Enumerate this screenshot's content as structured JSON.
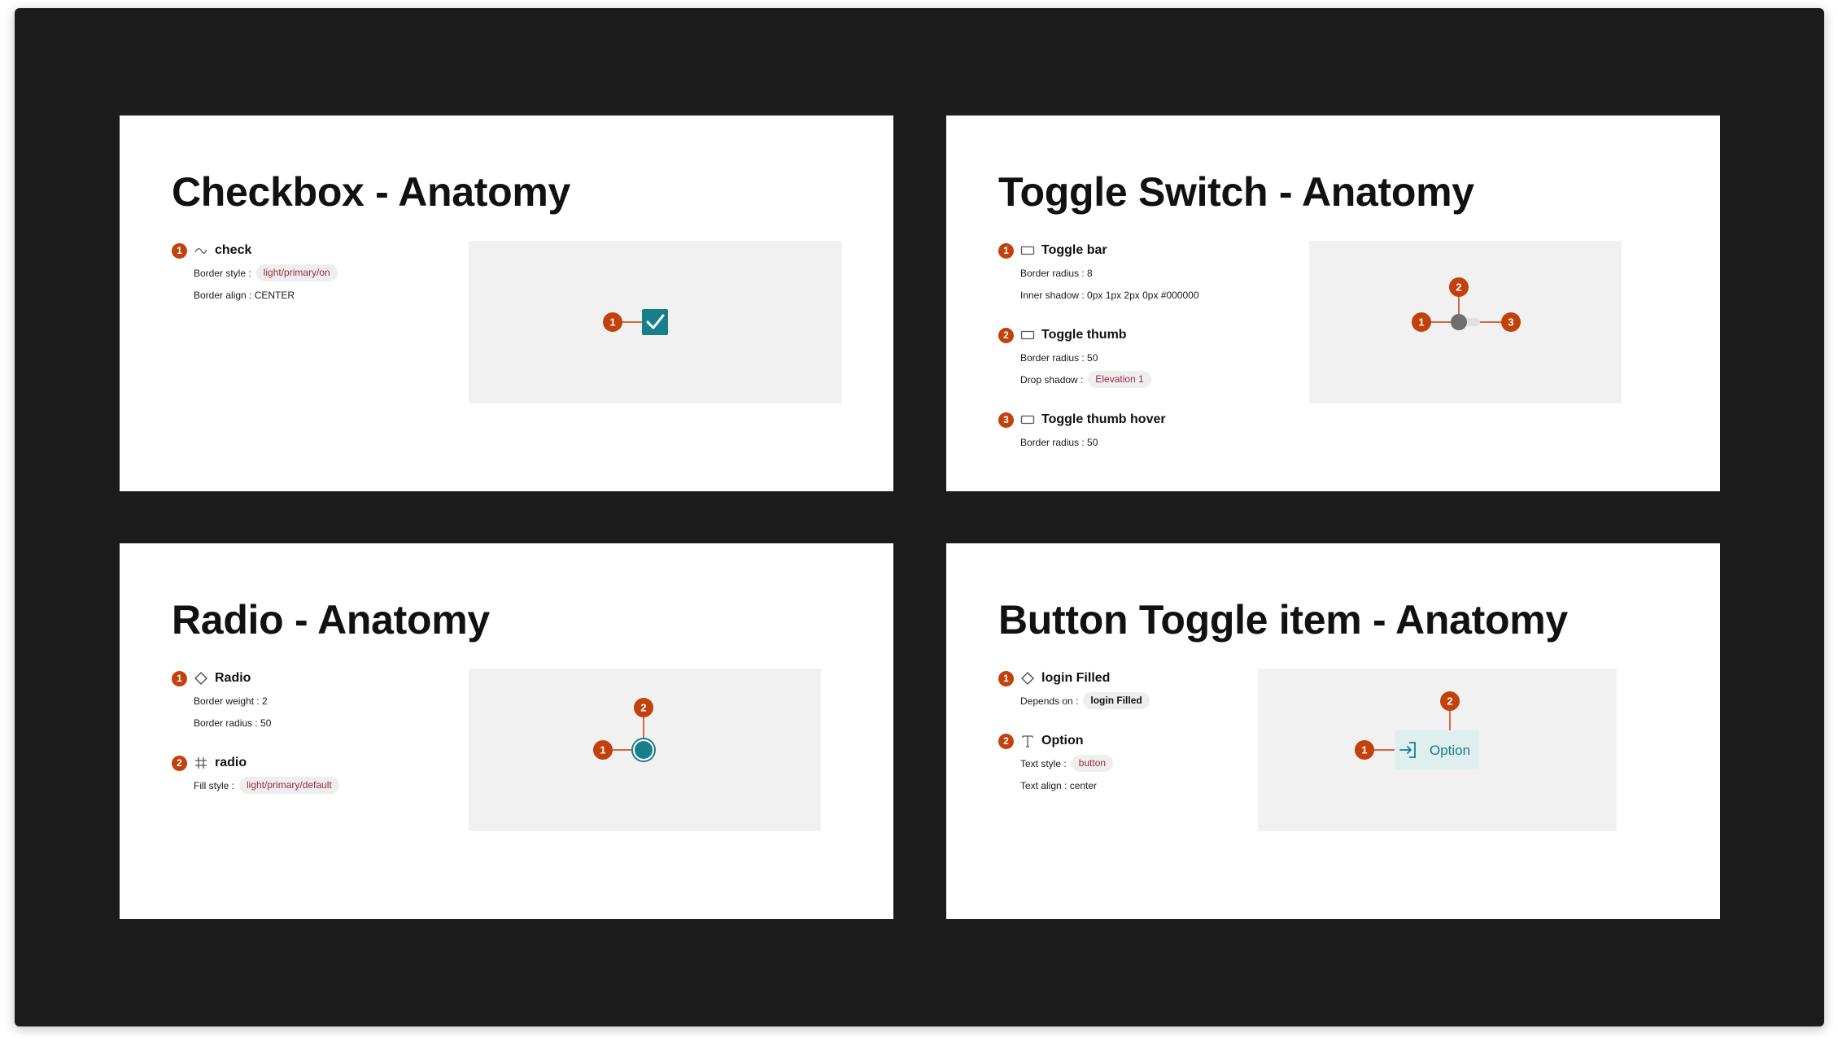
{
  "colors": {
    "background": "#1c1c1c",
    "card": "#ffffff",
    "preview": "#f1f1f1",
    "badge": "#c2410c",
    "accent": "#177f8a",
    "chip_text": "#9b2c3c"
  },
  "checkbox": {
    "title": "Checkbox - Anatomy",
    "items": [
      {
        "number": "1",
        "icon": "vector-icon",
        "name": "check",
        "props": [
          {
            "label": "Border style :",
            "chip": "light/primary/on"
          },
          {
            "label": "Border align : CENTER"
          }
        ]
      }
    ],
    "markers": [
      "1"
    ]
  },
  "toggle_switch": {
    "title": "Toggle Switch - Anatomy",
    "items": [
      {
        "number": "1",
        "icon": "rectangle-icon",
        "name": "Toggle bar",
        "props": [
          {
            "label": "Border radius : 8"
          },
          {
            "label": "Inner shadow : 0px 1px 2px 0px #000000"
          }
        ]
      },
      {
        "number": "2",
        "icon": "rectangle-icon",
        "name": "Toggle thumb",
        "props": [
          {
            "label": "Border radius : 50"
          },
          {
            "label": "Drop shadow :",
            "chip": "Elevation 1"
          }
        ]
      },
      {
        "number": "3",
        "icon": "rectangle-icon",
        "name": "Toggle thumb hover",
        "props": [
          {
            "label": "Border radius : 50"
          }
        ]
      }
    ],
    "markers": [
      "1",
      "2",
      "3"
    ]
  },
  "radio": {
    "title": "Radio - Anatomy",
    "items": [
      {
        "number": "1",
        "icon": "component-diamond-icon",
        "name": "Radio",
        "props": [
          {
            "label": "Border weight : 2"
          },
          {
            "label": "Border radius : 50"
          }
        ]
      },
      {
        "number": "2",
        "icon": "frame-hash-icon",
        "name": "radio",
        "props": [
          {
            "label": "Fill style :",
            "chip": "light/primary/default"
          }
        ]
      }
    ],
    "markers": [
      "1",
      "2"
    ]
  },
  "button_toggle": {
    "title": "Button Toggle item - Anatomy",
    "items": [
      {
        "number": "1",
        "icon": "component-diamond-icon",
        "name": "login Filled",
        "props": [
          {
            "label": "Depends on :",
            "chip": "login Filled",
            "chip_dark": true
          }
        ]
      },
      {
        "number": "2",
        "icon": "text-icon",
        "name": "Option",
        "props": [
          {
            "label": "Text style :",
            "chip": "button"
          },
          {
            "label": "Text align : center"
          }
        ]
      }
    ],
    "markers": [
      "1",
      "2"
    ],
    "option_label": "Option"
  }
}
